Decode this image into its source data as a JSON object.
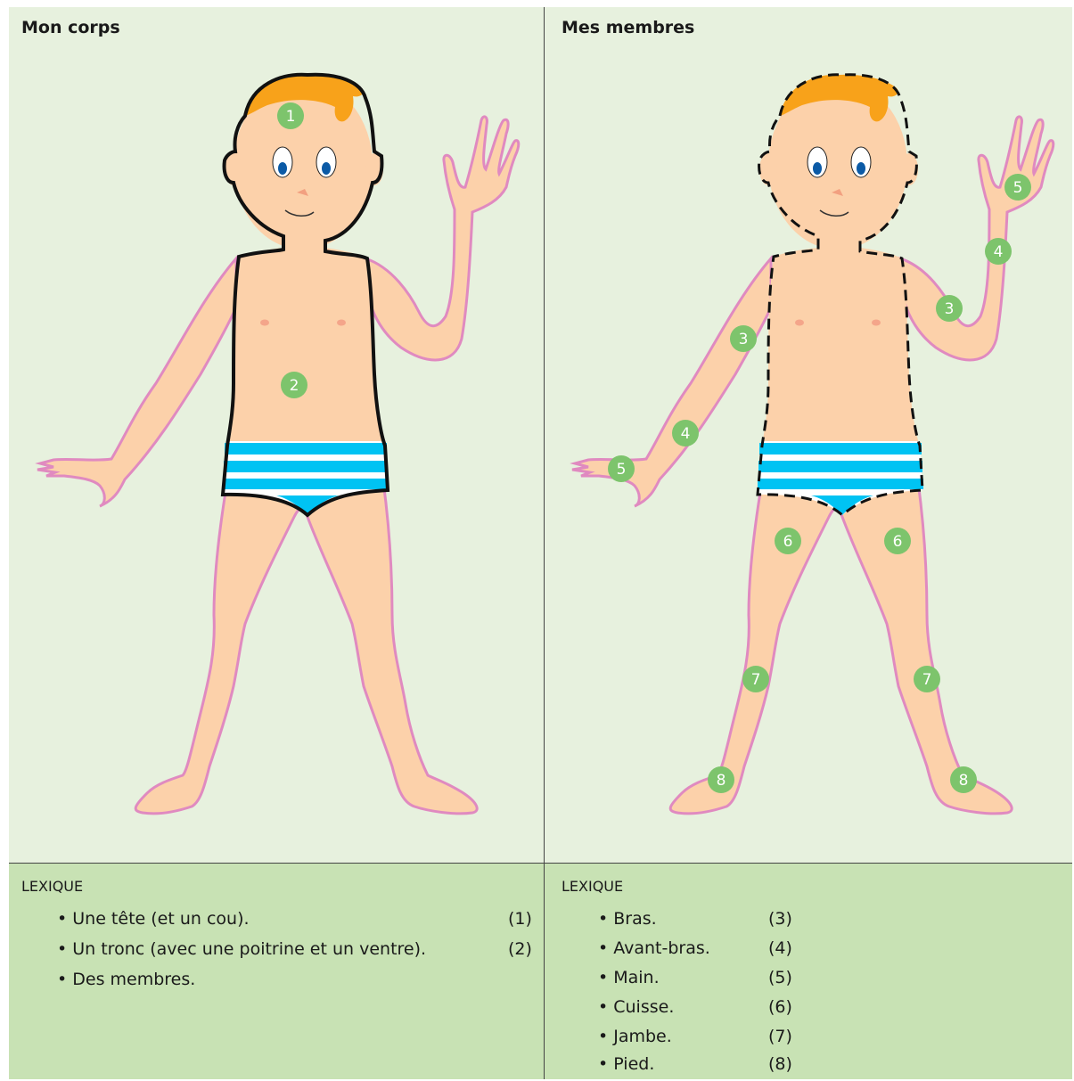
{
  "left_panel": {
    "title": "Mon corps",
    "lexique_title": "LEXIQUE",
    "items": [
      {
        "label": "• Une tête (et un cou).",
        "num": "(1)"
      },
      {
        "label": "• Un tronc (avec une poitrine et un ventre).",
        "num": "(2)"
      },
      {
        "label": "• Des membres.",
        "num": ""
      }
    ],
    "markers": [
      "1",
      "2"
    ]
  },
  "right_panel": {
    "title": "Mes membres",
    "lexique_title": "LEXIQUE",
    "items": [
      {
        "label": "• Bras.",
        "num": "(3)"
      },
      {
        "label": "• Avant-bras.",
        "num": "(4)"
      },
      {
        "label": "• Main.",
        "num": "(5)"
      },
      {
        "label": "• Cuisse.",
        "num": "(6)"
      },
      {
        "label": "• Jambe.",
        "num": "(7)"
      },
      {
        "label": "• Pied.",
        "num": "(8)"
      }
    ],
    "markers": [
      "3",
      "3",
      "4",
      "4",
      "5",
      "5",
      "6",
      "6",
      "7",
      "7",
      "8",
      "8"
    ]
  },
  "colors": {
    "skin": "#fcd1aa",
    "outline_pink": "#e08ac0",
    "hair": "#f8a21a",
    "stripe_blue": "#00c3f3",
    "badge_green": "#7dc46c",
    "panel_top_bg": "#e7f1de",
    "panel_bottom_bg": "#c8e2b4"
  }
}
